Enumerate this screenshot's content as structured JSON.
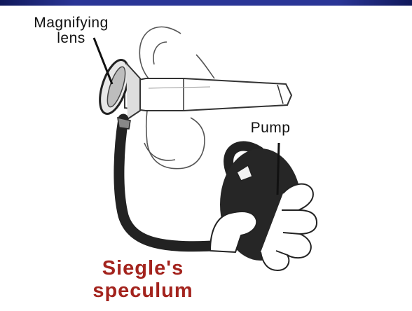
{
  "slide": {
    "background_color": "#2a3596",
    "panel_color": "#ffffff"
  },
  "diagram": {
    "labels": {
      "magnifying_lens_line1": "Magnifying",
      "magnifying_lens_line2": "lens",
      "pump": "Pump"
    },
    "caption_line1": "Siegle's",
    "caption_line2": "speculum",
    "caption_color": "#a3231d",
    "icons": [
      "ear-outline",
      "speculum",
      "magnifying-lens",
      "rubber-tube",
      "rubber-bulb-pump",
      "hand"
    ]
  }
}
